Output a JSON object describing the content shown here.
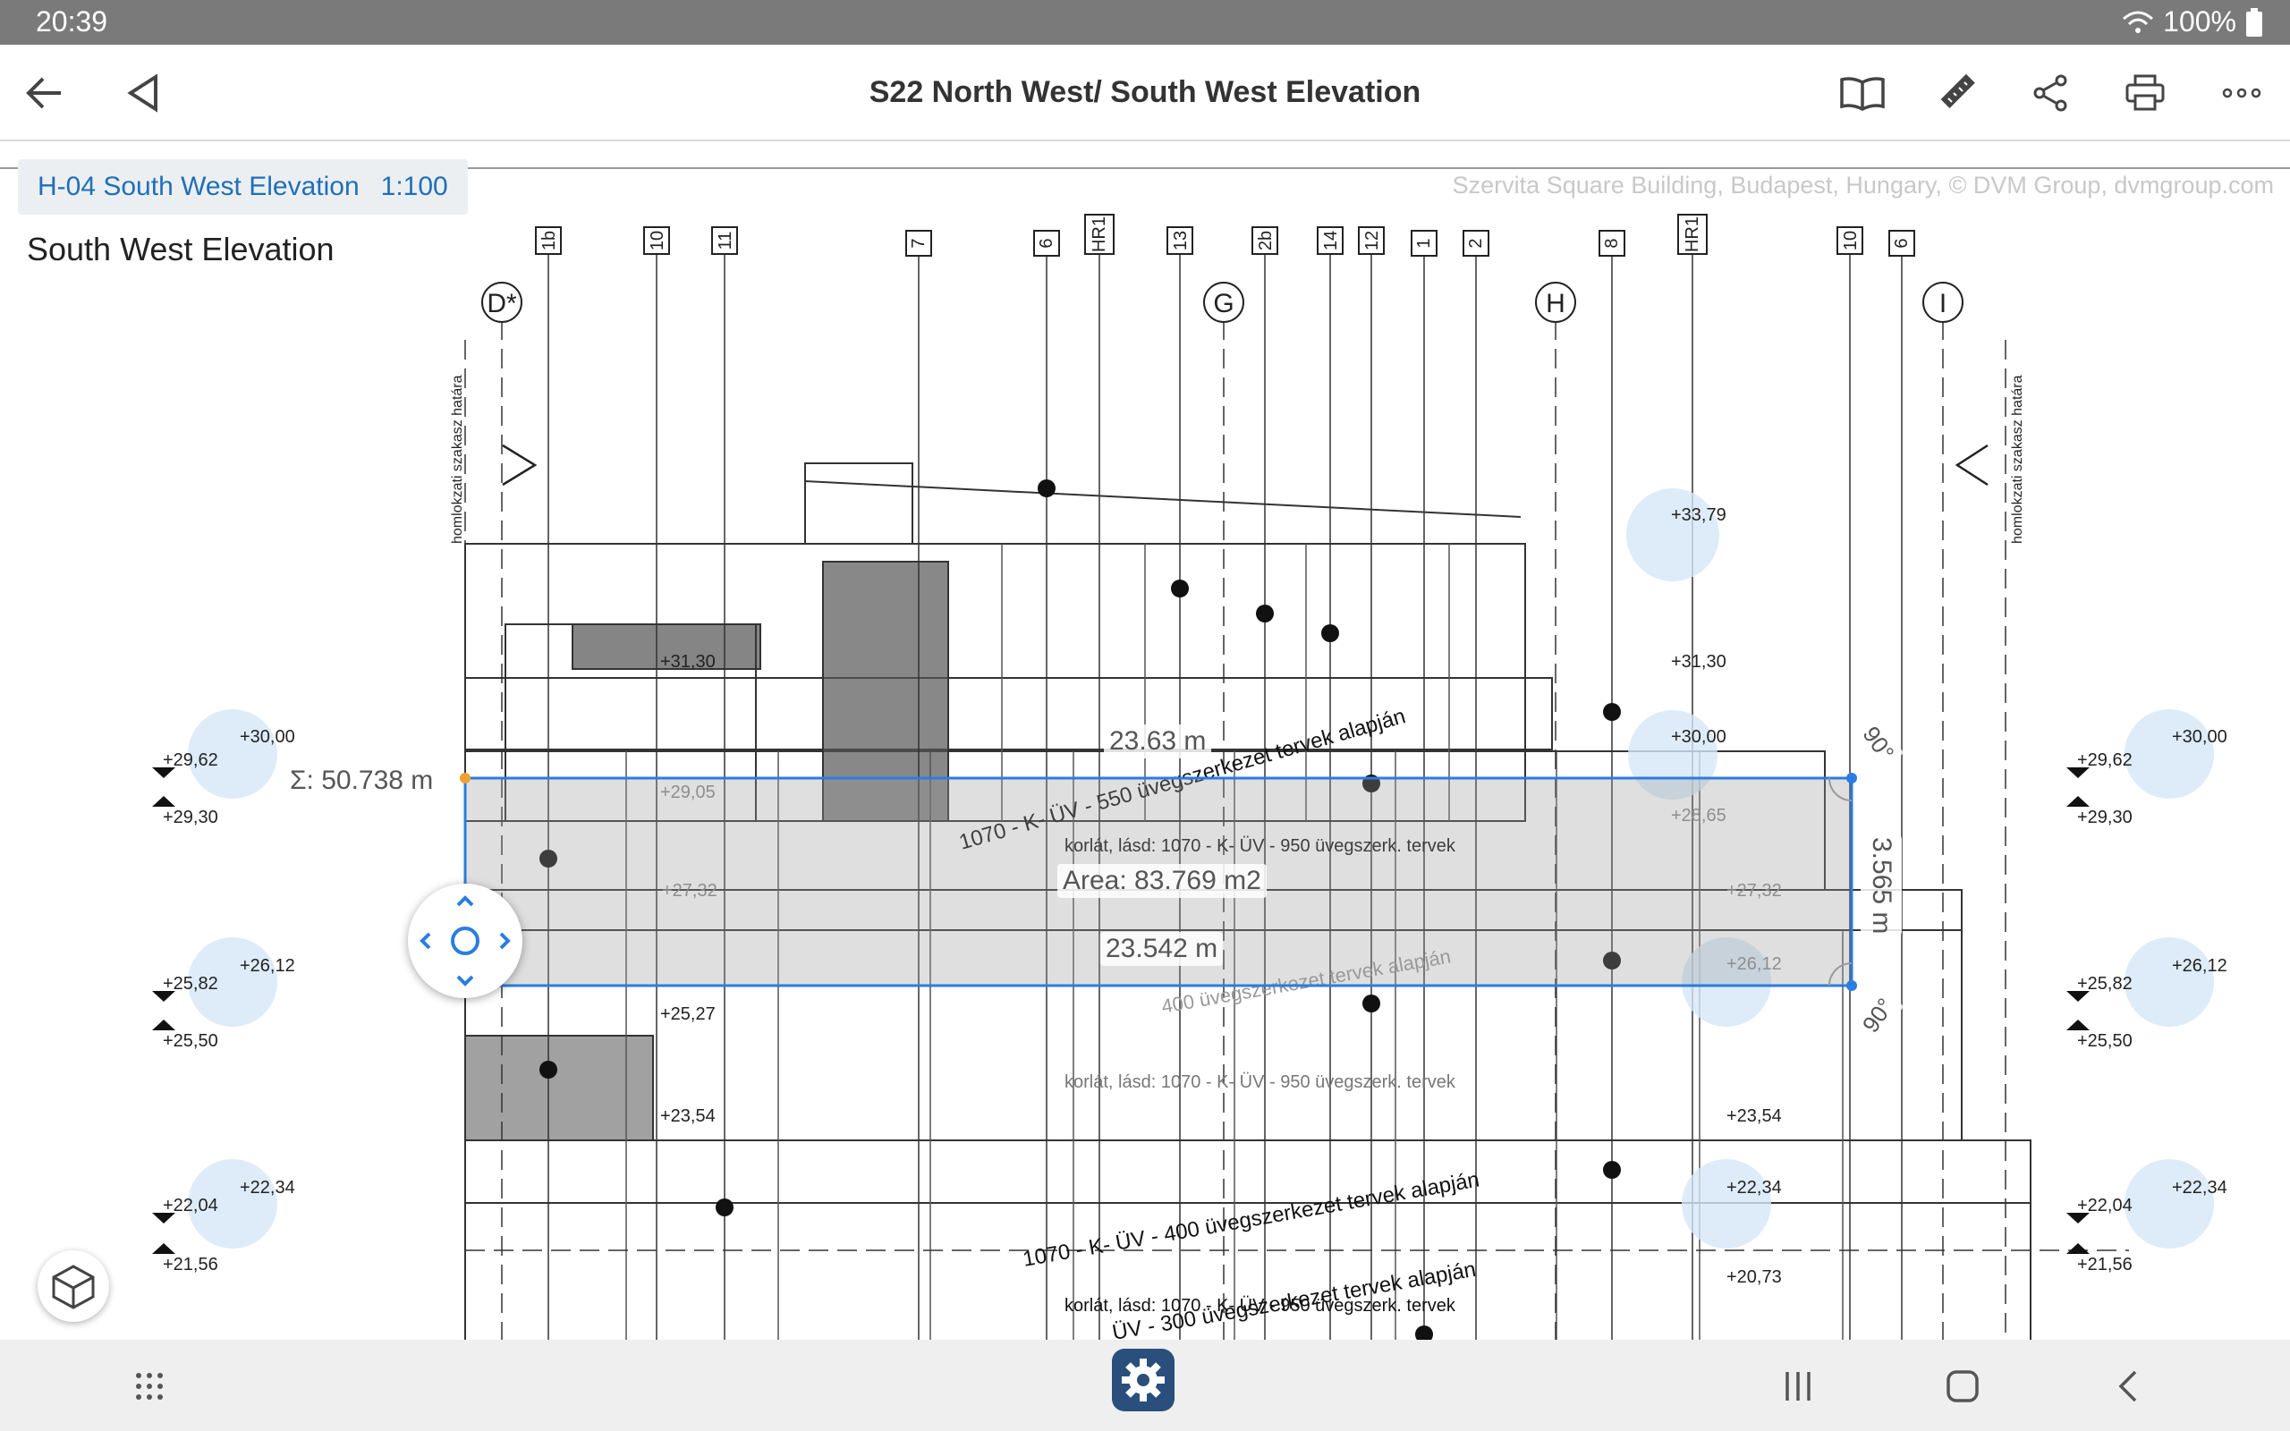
{
  "status": {
    "time": "20:39",
    "battery": "100%"
  },
  "toolbar": {
    "title": "S22 North West/ South West Elevation",
    "icons": [
      "back-arrow-icon",
      "previous-sheet-icon",
      "book-icon",
      "ruler-icon",
      "share-icon",
      "print-icon",
      "more-icon"
    ]
  },
  "sheet": {
    "tag": "H-04 South West Elevation",
    "scale": "1:100",
    "subtitle": "South West Elevation",
    "watermark": "Szervita Square Building, Budapest, Hungary, © DVM Group, dvmgroup.com"
  },
  "grid": {
    "top_labels": [
      "1b",
      "10",
      "11",
      "7",
      "6",
      "HR1",
      "13",
      "2b",
      "14",
      "12",
      "1",
      "2",
      "8",
      "HR1",
      "10",
      "6"
    ],
    "axes": [
      "D*",
      "G",
      "H",
      "I"
    ]
  },
  "levels": {
    "left": [
      "+30,00",
      "+29,62",
      "+29,30",
      "+26,12",
      "+25,82",
      "+25,50",
      "+22,34",
      "+22,04",
      "+21,56"
    ],
    "inner": [
      "+33,79",
      "+31,30",
      "+31,30",
      "+30,00",
      "+29,05",
      "+28,65",
      "+27,32",
      "+27,32",
      "+26,12",
      "+25,27",
      "+23,54",
      "+23,54",
      "+22,34",
      "+20,73"
    ],
    "right": [
      "+30,00",
      "+29,62",
      "+29,30",
      "+26,12",
      "+25,82",
      "+25,50",
      "+22,34",
      "+22,04",
      "+21,56"
    ]
  },
  "notes": {
    "vertical": "homlokzati szakasz határa",
    "glass_550": "1070 - K- ÜV - 550 üvegszerkezet tervek alapján",
    "railing_top": "korlát, lásd: 1070 - K- ÜV - 950 üvegszerk. tervek",
    "glass_400_hidden": "400 üvegszerkezet tervek alapján",
    "railing_mid": "korlát, lásd: 1070 - K- ÜV - 950 üvegszerk. tervek",
    "glass_400": "1070 - K- ÜV - 400 üvegszerkezet tervek alapján",
    "railing_low": "korlát, lásd: 1070 - K- ÜV - 950 üvegszerk. tervek",
    "glass_300": "ÜV - 300 üvegszerkezet tervek alapján"
  },
  "measurements": {
    "perimeter": "Σ: 50.738 m",
    "top": "23.63 m",
    "area": "Area: 83.769 m2",
    "bottom": "23.542 m",
    "side": "3.565 m",
    "angle_top": "90°",
    "angle_bottom": "90°"
  },
  "navbar": {
    "icons": [
      "app-drawer-icon",
      "settings-gear-icon",
      "recent-apps-icon",
      "home-icon",
      "back-icon"
    ]
  },
  "colors": {
    "accent": "#1f6fb8",
    "measure": "#2a7de1",
    "settings": "#2a4f7c"
  }
}
